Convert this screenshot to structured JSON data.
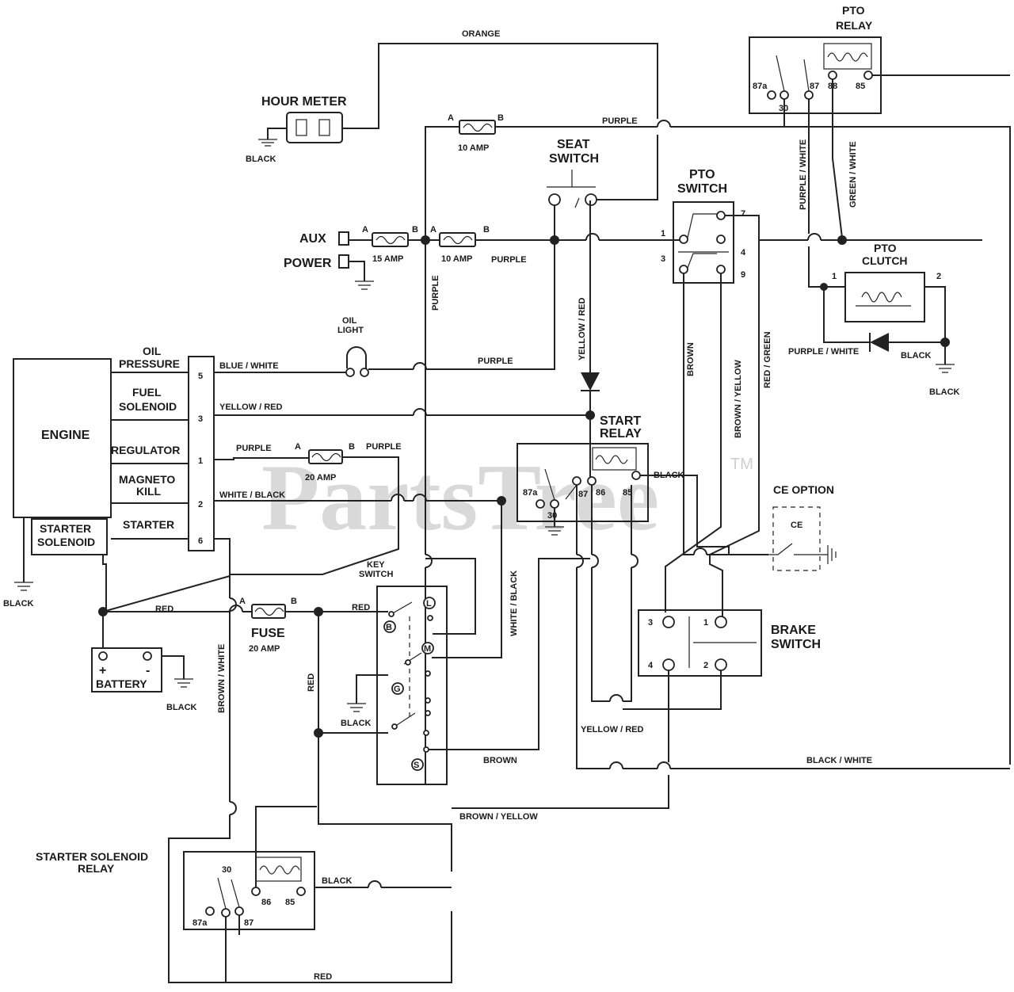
{
  "watermark": "PartsTree",
  "watermark_tm": "TM",
  "components": {
    "hour_meter": "HOUR METER",
    "engine": "ENGINE",
    "starter_solenoid": [
      "STARTER",
      "SOLENOID"
    ],
    "battery": "BATTERY",
    "battery_plus": "+",
    "battery_minus": "-",
    "fuse_main": "FUSE",
    "fuse_main_rating": "20 AMP",
    "key_switch": [
      "KEY",
      "SWITCH"
    ],
    "seat_switch": [
      "SEAT",
      "SWITCH"
    ],
    "pto_switch": [
      "PTO",
      "SWITCH"
    ],
    "pto_relay": [
      "PTO",
      "RELAY"
    ],
    "pto_clutch": [
      "PTO",
      "CLUTCH"
    ],
    "start_relay": [
      "START",
      "RELAY"
    ],
    "brake_switch": [
      "BRAKE",
      "SWITCH"
    ],
    "starter_solenoid_relay": [
      "STARTER SOLENOID",
      "RELAY"
    ],
    "oil_light": [
      "OIL",
      "LIGHT"
    ],
    "aux": "AUX",
    "power": "POWER",
    "ce_option": "CE OPTION",
    "ce": "CE"
  },
  "engine_terminals": [
    {
      "label": [
        "OIL",
        "PRESSURE"
      ],
      "pin": "5"
    },
    {
      "label": [
        "FUEL",
        "SOLENOID"
      ],
      "pin": "3"
    },
    {
      "label": [
        "REGULATOR"
      ],
      "pin": "1"
    },
    {
      "label": [
        "MAGNETO",
        "KILL"
      ],
      "pin": "2"
    },
    {
      "label": [
        "STARTER"
      ],
      "pin": "6"
    }
  ],
  "fuses": {
    "top": "10 AMP",
    "aux": "15 AMP",
    "mid": "10 AMP",
    "regulator": "20 AMP",
    "pin_a": "A",
    "pin_b": "B"
  },
  "key_switch_pins": [
    "L",
    "B",
    "M",
    "G",
    "S"
  ],
  "relay_pins": {
    "p87a": "87a",
    "p87": "87",
    "p86": "86",
    "p85": "85",
    "p30": "30",
    "p88": "88"
  },
  "pto_switch_pins": [
    "1",
    "3",
    "7",
    "4",
    "9"
  ],
  "pto_clutch_pins": [
    "1",
    "2"
  ],
  "brake_switch_pins": [
    "3",
    "1",
    "4",
    "2"
  ],
  "wires": {
    "orange": "ORANGE",
    "purple": "PURPLE",
    "black": "BLACK",
    "blue_white": "BLUE / WHITE",
    "yellow_red": "YELLOW / RED",
    "white_black": "WHITE / BLACK",
    "red": "RED",
    "brown_white": "BROWN / WHITE",
    "brown": "BROWN",
    "brown_yellow": "BROWN / YELLOW",
    "red_green": "RED / GREEN",
    "purple_white": "PURPLE / WHITE",
    "green_white": "GREEN / WHITE",
    "black_white": "BLACK / WHITE"
  }
}
